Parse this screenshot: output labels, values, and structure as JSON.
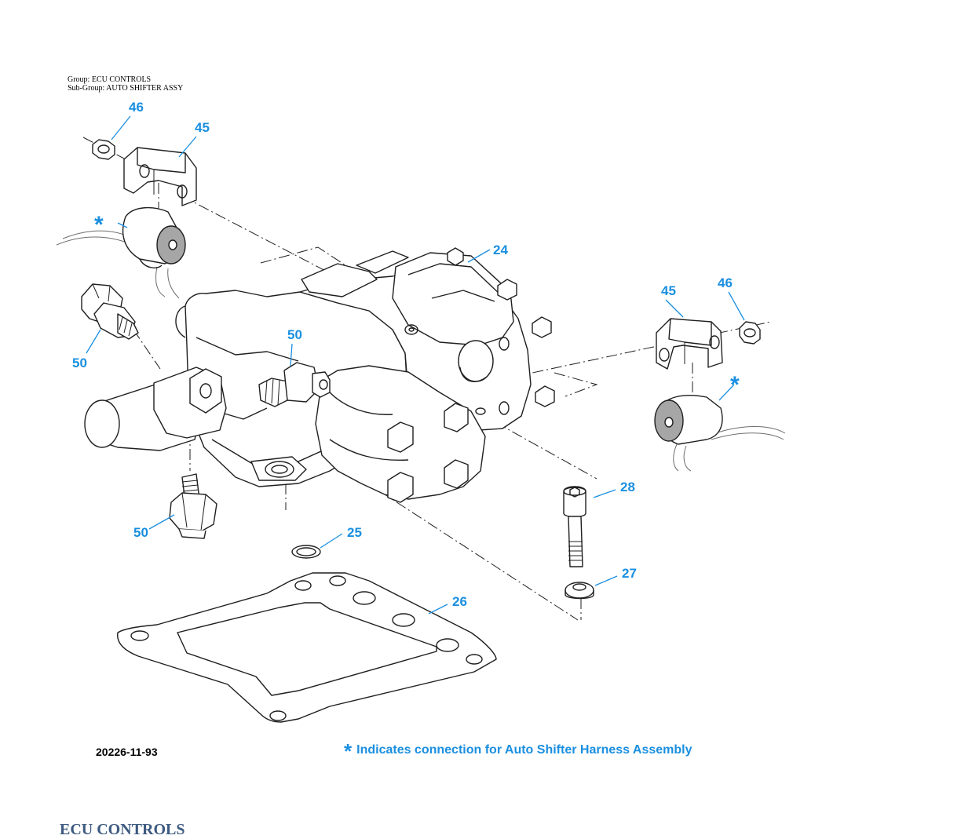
{
  "header": {
    "group": "Group: ECU CONTROLS",
    "subgroup": "Sub-Group: AUTO SHIFTER ASSY"
  },
  "callouts": {
    "c46a": "46",
    "c45a": "45",
    "c24": "24",
    "c45b": "45",
    "c46b": "46",
    "c50a": "50",
    "c50b": "50",
    "c50c": "50",
    "c28": "28",
    "c25": "25",
    "c27": "27",
    "c26": "26",
    "star_a": "*",
    "star_b": "*"
  },
  "figure_number": "20226-11-93",
  "note": {
    "symbol": "*",
    "text": "Indicates connection for  Auto Shifter Harness Assembly"
  },
  "footer_title": "ECU CONTROLS",
  "colors": {
    "callout": "#1a8fe0",
    "line": "#1f1f1f",
    "footer": "#3d5a80"
  }
}
